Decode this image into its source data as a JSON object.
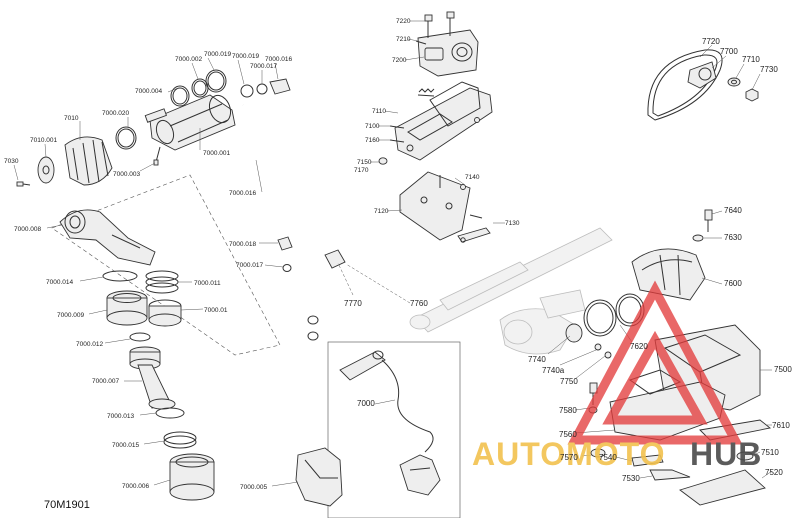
{
  "diagram_code": "70M1901",
  "watermark": {
    "part1": "AUTOMOTO",
    "part2": "HUB",
    "color_primary": "#f2c14e",
    "color_secondary": "#4a4a4a",
    "triangle_color": "#e23b3b"
  },
  "labels": {
    "l7220": "7220",
    "l7210": "7210",
    "l7200": "7200",
    "l7110": "7110",
    "l7100": "7100",
    "l7160": "7160",
    "l7150": "7150",
    "l7170": "7170",
    "l7140": "7140",
    "l7120": "7120",
    "l7130": "7130",
    "l7720": "7720",
    "l7700": "7700",
    "l7710": "7710",
    "l7730": "7730",
    "l7640": "7640",
    "l7630": "7630",
    "l7600": "7600",
    "l7620": "7620",
    "l7740": "7740",
    "l7740a": "7740a",
    "l7750": "7750",
    "l7500": "7500",
    "l7580": "7580",
    "l7560": "7560",
    "l7610": "7610",
    "l7570": "7570",
    "l7540": "7540",
    "l7510": "7510",
    "l7530": "7530",
    "l7520": "7520",
    "l7770": "7770",
    "l7760": "7760",
    "l7000": "7000",
    "l7000_019a": "7000.019",
    "l7000_019b": "7000.019",
    "l7000_002": "7000.002",
    "l7000_017a": "7000.017",
    "l7000_016a": "7000.016",
    "l7000_004": "7000.004",
    "l7000_020": "7000.020",
    "l7010": "7010",
    "l7010_001": "7010.001",
    "l7030": "7030",
    "l7000_003": "7000.003",
    "l7000_001": "7000.001",
    "l7000_016b": "7000.016",
    "l7000_008": "7000.008",
    "l7000_018": "7000.018",
    "l7000_017b": "7000.017",
    "l7000_014": "7000.014",
    "l7000_011": "7000.011",
    "l7000_009": "7000.009",
    "l7000_01": "7000.01",
    "l7000_012": "7000.012",
    "l7000_007": "7000.007",
    "l7000_013": "7000.013",
    "l7000_015": "7000.015",
    "l7000_006": "7000.006",
    "l7000_005": "7000.005"
  }
}
